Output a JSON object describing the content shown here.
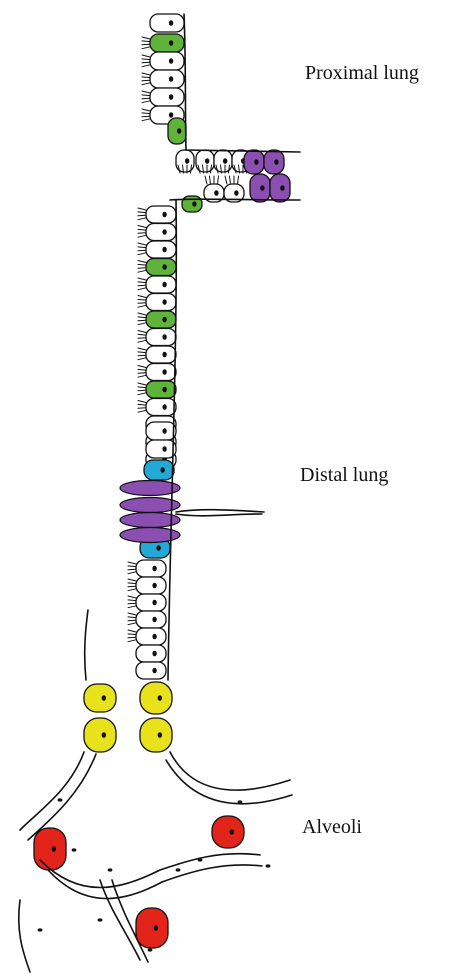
{
  "labels": {
    "proximal": "Proximal lung",
    "distal": "Distal lung",
    "alveoli": "Alveoli"
  },
  "colors": {
    "stroke": "#111111",
    "ciliated_cell": "#ffffff",
    "basal_cell": "#5fb33b",
    "neuroendocrine_cell": "#8a4fb0",
    "club_cell": "#22a9d6",
    "alveolar_type2_cell": "#e8e21c",
    "alveolar_type1_cell": "#e2241b"
  }
}
